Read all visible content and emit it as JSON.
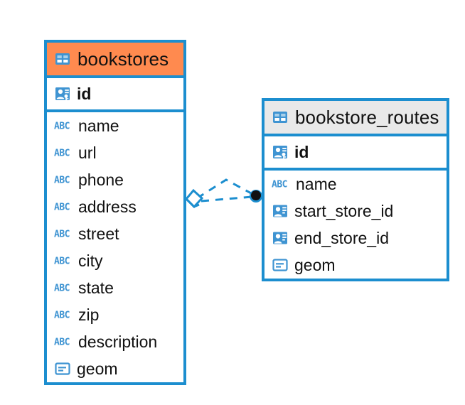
{
  "diagram": {
    "type": "entity-relationship-diagram",
    "background_color": "#ffffff",
    "palette": {
      "border_blue": "#1c8ecf",
      "header_accent_orange": "#ff8a4f",
      "header_plain_gray": "#e9e9e9",
      "icon_blue": "#3f94d2",
      "text_black": "#111111",
      "connector_blue": "#1c8ecf",
      "connector_dot": "#111111"
    },
    "entities": [
      {
        "id": "bookstores",
        "name": "bookstores",
        "header_style": "accent",
        "table_icon": "table-icon",
        "primary_key": {
          "name": "id",
          "icon": "primary-key-icon",
          "type": "pk"
        },
        "fields": [
          {
            "name": "name",
            "icon": "abc-icon"
          },
          {
            "name": "url",
            "icon": "abc-icon"
          },
          {
            "name": "phone",
            "icon": "abc-icon"
          },
          {
            "name": "address",
            "icon": "abc-icon"
          },
          {
            "name": "street",
            "icon": "abc-icon"
          },
          {
            "name": "city",
            "icon": "abc-icon"
          },
          {
            "name": "state",
            "icon": "abc-icon"
          },
          {
            "name": "zip",
            "icon": "abc-icon"
          },
          {
            "name": "description",
            "icon": "abc-icon"
          },
          {
            "name": "geom",
            "icon": "geometry-icon"
          }
        ]
      },
      {
        "id": "bookstore_routes",
        "name": "bookstore_routes",
        "header_style": "plain",
        "table_icon": "table-icon",
        "primary_key": {
          "name": "id",
          "icon": "primary-key-icon",
          "type": "pk"
        },
        "fields": [
          {
            "name": "name",
            "icon": "abc-icon"
          },
          {
            "name": "start_store_id",
            "icon": "foreign-key-icon"
          },
          {
            "name": "end_store_id",
            "icon": "foreign-key-icon"
          },
          {
            "name": "geom",
            "icon": "geometry-icon"
          }
        ]
      }
    ],
    "relationship": {
      "from_entity": "bookstores",
      "to_entity": "bookstore_routes",
      "from_marker": "many-diamond-marker",
      "to_marker": "one-filled-dot-marker",
      "line_style": "dashed"
    }
  }
}
